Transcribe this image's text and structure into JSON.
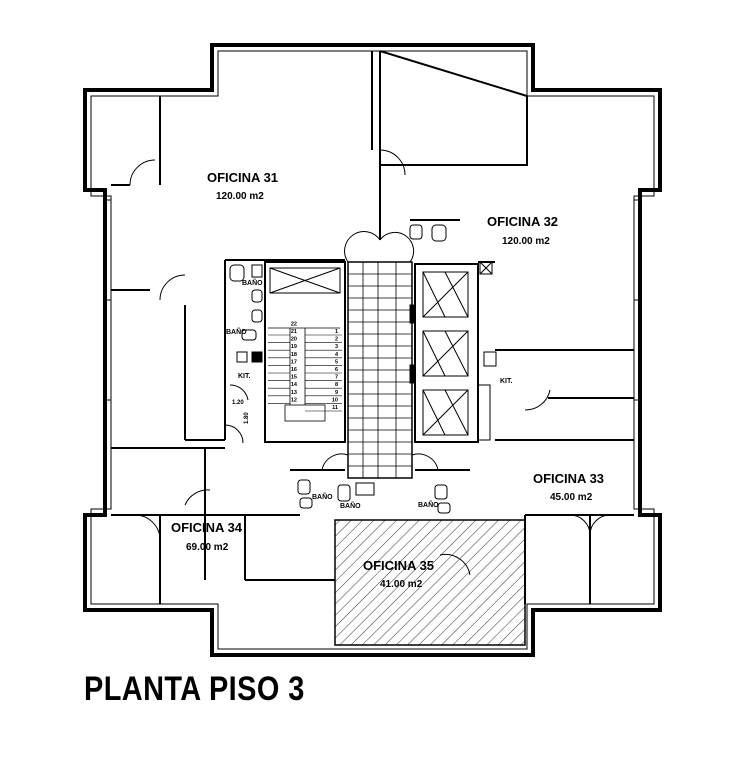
{
  "title": "PLANTA PISO 3",
  "offices": [
    {
      "name": "OFICINA 31",
      "area": "120.00 m2"
    },
    {
      "name": "OFICINA 32",
      "area": "120.00 m2"
    },
    {
      "name": "OFICINA 33",
      "area": "45.00 m2"
    },
    {
      "name": "OFICINA 34",
      "area": "69.00 m2"
    },
    {
      "name": "OFICINA 35",
      "area": "41.00 m2"
    }
  ],
  "labels": {
    "bano": "BAÑO",
    "kit": "KIT.",
    "dim_width": "1.20",
    "dim_height": "1.80"
  },
  "stair_steps": [
    "1",
    "2",
    "3",
    "4",
    "5",
    "6",
    "7",
    "8",
    "9",
    "10",
    "11",
    "12",
    "13",
    "14",
    "15",
    "16",
    "17",
    "18",
    "19",
    "20",
    "21",
    "22"
  ]
}
